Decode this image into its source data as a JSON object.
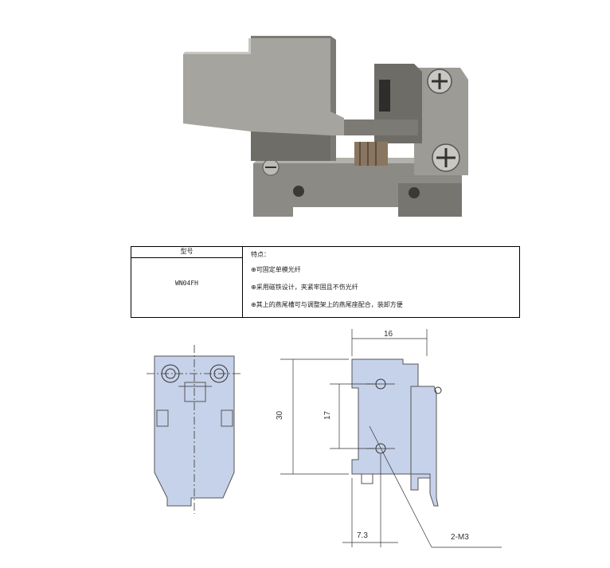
{
  "spec_table": {
    "header_model": "型号",
    "model_value": "WN04FH",
    "features_title": "特点：",
    "features": [
      "⊕可固定单模光纤",
      "⊕采用磁铁设计，夹紧牢固且不伤光纤",
      "⊕其上的燕尾槽可与调整架上的燕尾座配合，装卸方便"
    ]
  },
  "drawing": {
    "dim_width": "16",
    "dim_height": "30",
    "dim_hole_spacing": "17",
    "dim_offset": "7.3",
    "hole_label": "2-M3"
  }
}
